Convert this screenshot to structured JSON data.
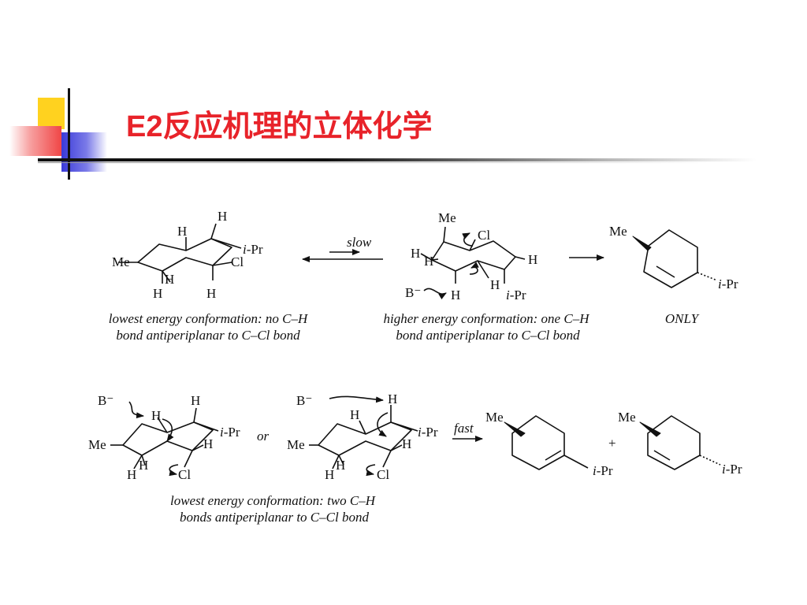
{
  "slide": {
    "title": "E2反应机理的立体化学"
  },
  "scheme": {
    "top": {
      "left_caption": [
        "lowest energy conformation: no C–H",
        "bond antiperiplanar to C–Cl bond"
      ],
      "arrow_label": "slow",
      "middle_caption": [
        "higher energy conformation: one C–H",
        "bond antiperiplanar to C–Cl bond"
      ],
      "product_caption": "ONLY"
    },
    "bottom": {
      "connector": "or",
      "arrow_label": "fast",
      "caption": [
        "lowest energy conformation: two C–H",
        "bonds antiperiplanar to C–Cl bond"
      ],
      "plus": "+"
    },
    "atoms": {
      "H": "H",
      "Me": "Me",
      "Cl": "Cl",
      "iPr_i": "i",
      "iPr_rest": "-Pr",
      "base": "B⁻"
    }
  },
  "colors": {
    "title": "#e8232a",
    "deco_yellow": "#ffd21f",
    "deco_blue": "#3a3ad8",
    "deco_red": "#f25a5a"
  }
}
